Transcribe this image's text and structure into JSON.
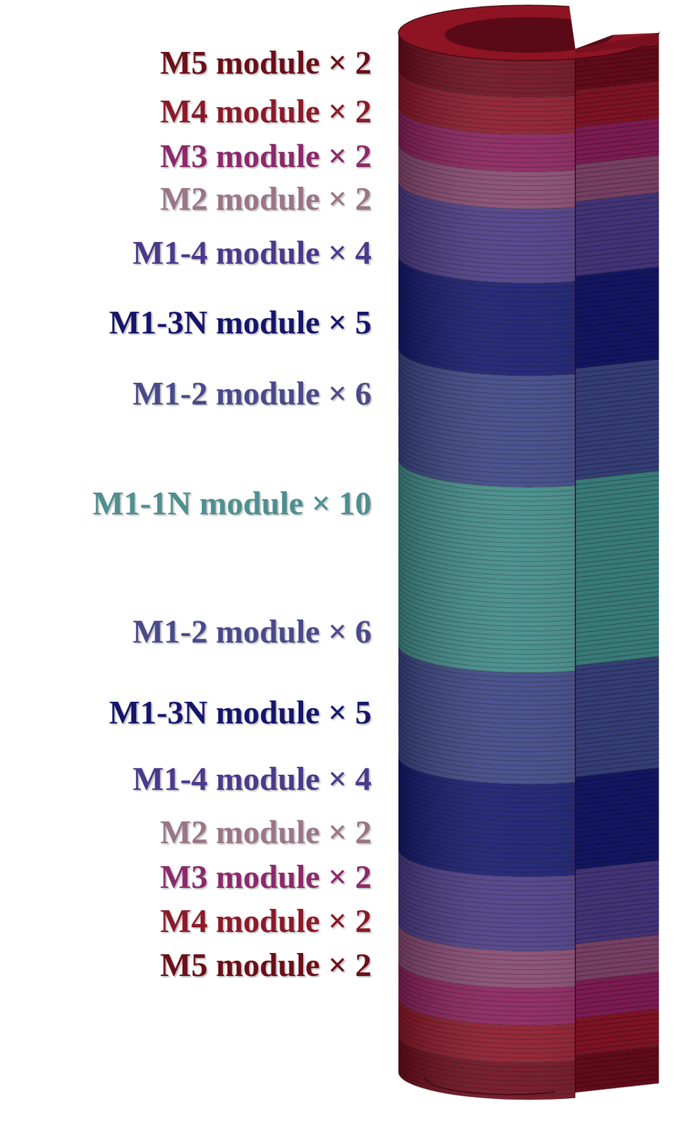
{
  "diagram": {
    "labels": [
      "M5 module × 2",
      "M4 module × 2",
      "M3 module × 2",
      "M2 module × 2",
      "M1-4 module × 4",
      "M1-3N module × 5",
      "M1-2 module × 6",
      "M1-1N module × 10",
      "M1-2 module × 6",
      "M1-3N module × 5",
      "M1-4 module × 4",
      "M2 module × 2",
      "M3 module × 2",
      "M4 module × 2",
      "M5 module × 2"
    ]
  }
}
